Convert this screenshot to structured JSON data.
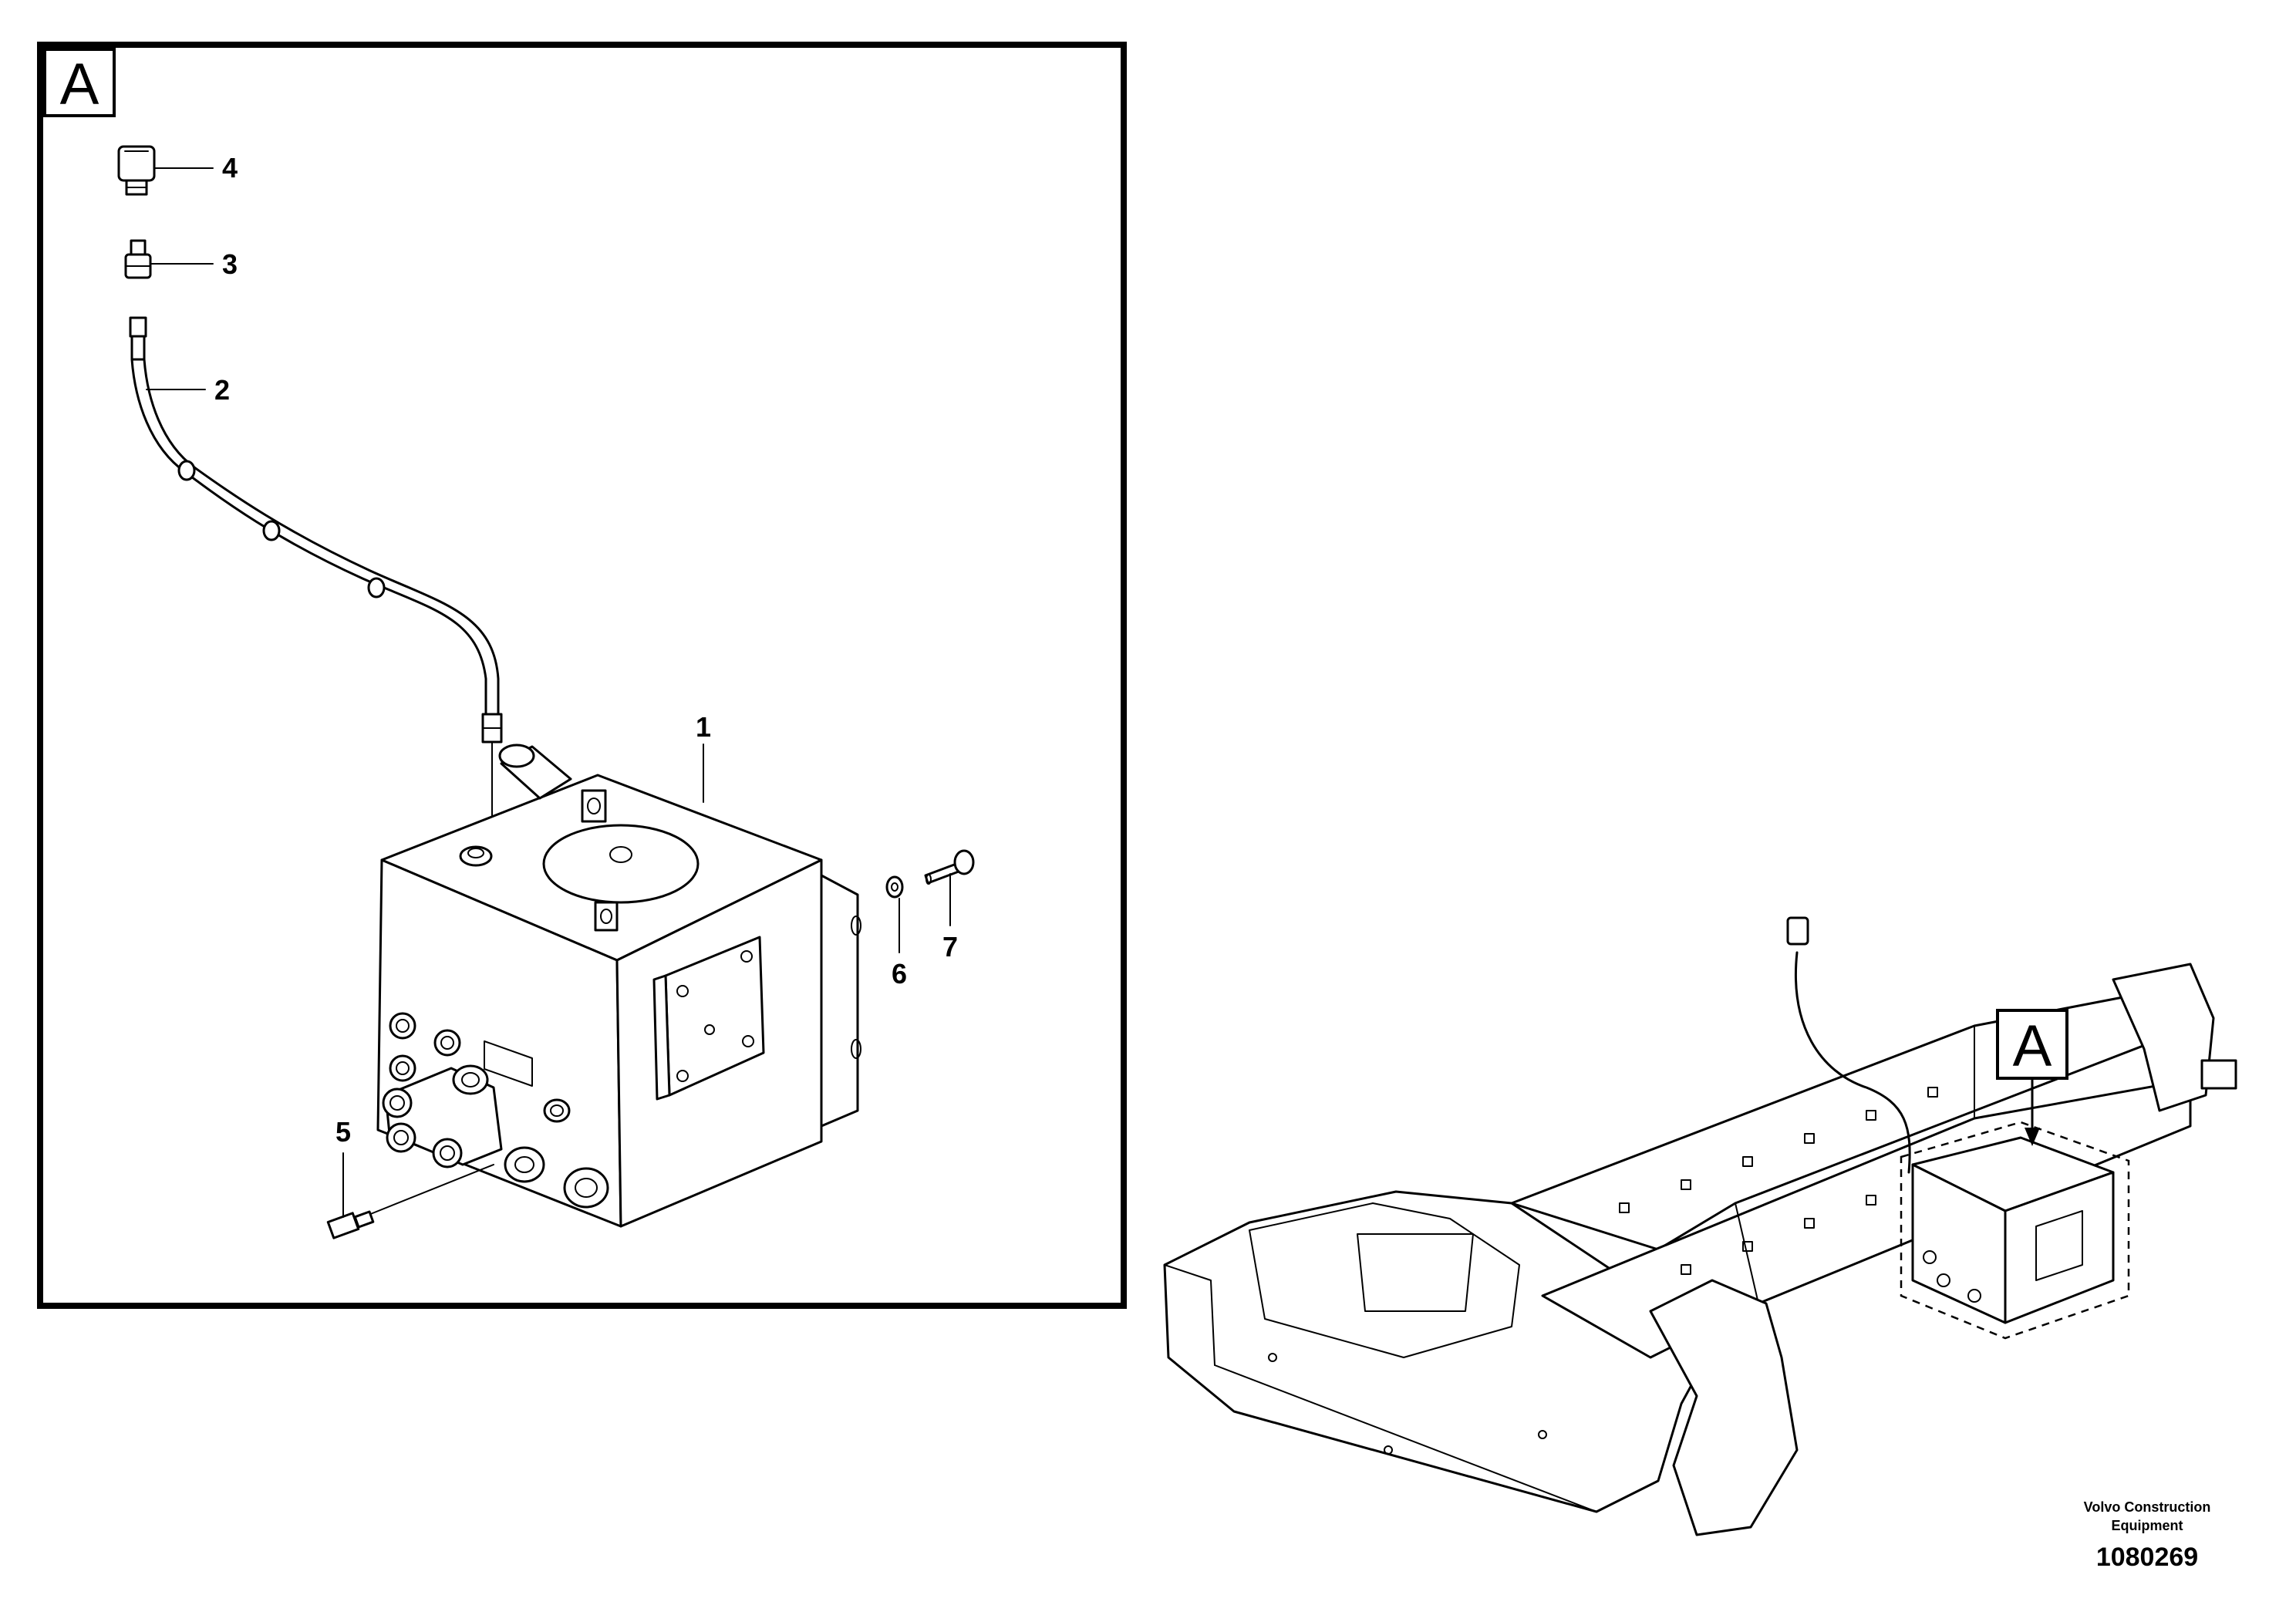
{
  "detail_view": {
    "letter": "A",
    "callouts": [
      "1",
      "2",
      "3",
      "4",
      "5",
      "6",
      "7"
    ]
  },
  "overview": {
    "letter": "A"
  },
  "footer": {
    "company_line1": "Volvo Construction",
    "company_line2": "Equipment",
    "drawing_number": "1080269"
  }
}
